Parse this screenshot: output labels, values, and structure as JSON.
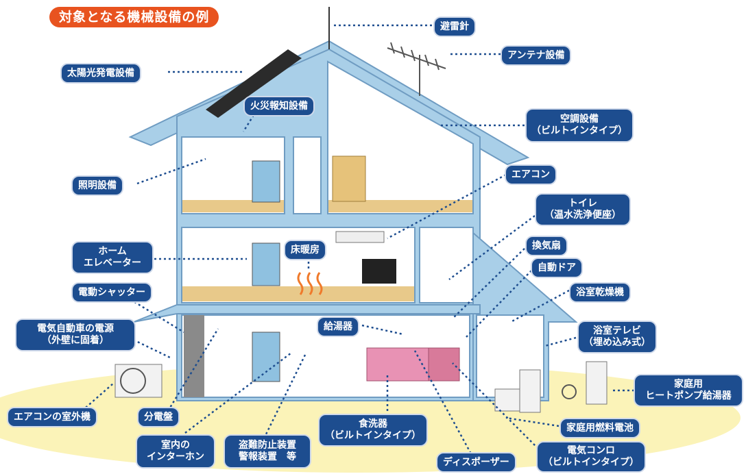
{
  "title": "対象となる機械設備の例",
  "labels": {
    "lightning_rod": "避雷針",
    "antenna": "アンテナ設備",
    "solar": "太陽光発電設備",
    "fire_alarm": "火災報知設備",
    "aircon_builtin": {
      "l1": "空調設備",
      "l2": "（ビルトインタイプ）"
    },
    "lighting": "照明設備",
    "aircon": "エアコン",
    "toilet": {
      "l1": "トイレ",
      "l2": "（温水洗浄便座）"
    },
    "ventilation_fan": "換気扇",
    "home_elevator": {
      "l1": "ホーム",
      "l2": "エレベーター"
    },
    "floor_heating": "床暖房",
    "auto_door": "自動ドア",
    "electric_shutter": "電動シャッター",
    "bath_dryer": "浴室乾燥機",
    "ev_power": {
      "l1": "電気自動車の電源",
      "l2": "（外壁に固着）"
    },
    "water_heater": "給湯器",
    "bath_tv": {
      "l1": "浴室テレビ",
      "l2": "（埋め込み式）"
    },
    "heat_pump": {
      "l1": "家庭用",
      "l2": "ヒートポンプ給湯器"
    },
    "outdoor_unit": "エアコンの室外機",
    "distribution_board": "分電盤",
    "dishwasher": {
      "l1": "食洗器",
      "l2": "（ビルトインタイプ）"
    },
    "fuel_cell": "家庭用燃料電池",
    "intercom": {
      "l1": "室内の",
      "l2": "インターホン"
    },
    "security": {
      "l1": "盗難防止装置",
      "l2": "警報装置　等"
    },
    "disposer": "ディスポーザー",
    "electric_stove": {
      "l1": "電気コンロ",
      "l2": "（ビルトインタイプ）"
    }
  },
  "colors": {
    "label_bg": "#1d4d8f",
    "title_bg": "#e8531f",
    "house_wall": "#a9cfe8",
    "ground": "#fbf3b8",
    "pointer": "#1d4d8f"
  }
}
